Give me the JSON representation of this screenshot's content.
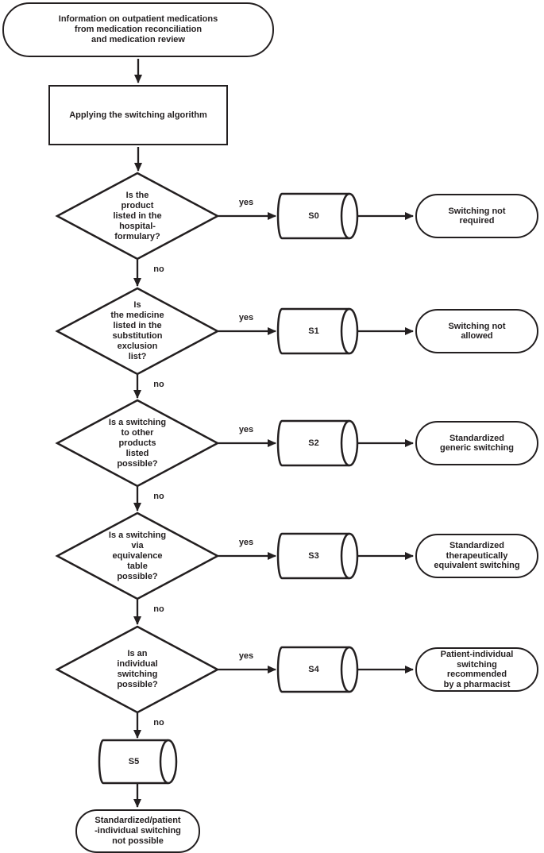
{
  "meta": {
    "background_color": "#ffffff",
    "stroke_color": "#231f20",
    "text_color": "#231f20"
  },
  "flowchart": {
    "start": "Information on outpatient medications\nfrom medication reconciliation\nand medication review",
    "process": "Applying the switching algorithm",
    "yes_label": "yes",
    "no_label": "no",
    "decisions": [
      {
        "question": "Is the\nproduct\nlisted in the\nhospital-\nformulary?",
        "step": "S0",
        "outcome": "Switching not\nrequired"
      },
      {
        "question": "Is\nthe medicine\nlisted in the\nsubstitution\nexclusion\nlist?",
        "step": "S1",
        "outcome": "Switching not\nallowed"
      },
      {
        "question": "Is a switching\nto other\nproducts\nlisted\npossible?",
        "step": "S2",
        "outcome": "Standardized\ngeneric switching"
      },
      {
        "question": "Is a switching\nvia\nequivalence\ntable\npossible?",
        "step": "S3",
        "outcome": "Standardized\ntherapeutically\nequivalent switching"
      },
      {
        "question": "Is an\nindividual\nswitching\npossible?",
        "step": "S4",
        "outcome": "Patient-individual\nswitching\nrecommended\nby a pharmacist"
      }
    ],
    "final": {
      "step": "S5",
      "outcome": "Standardized/patient\n-individual switching\nnot possible"
    }
  }
}
